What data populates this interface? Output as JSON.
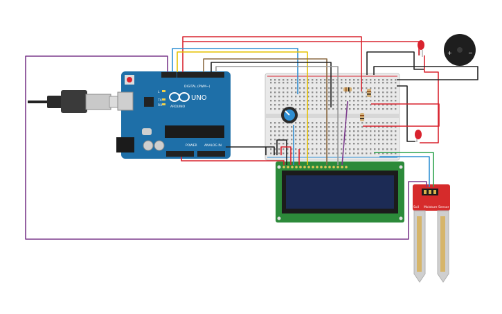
{
  "arduino": {
    "brand": "ARDUINO",
    "model": "UNO",
    "digital_label": "DIGITAL (PWM~)",
    "power_label": "POWER",
    "analog_label": "ANALOG IN",
    "led_l": "L",
    "led_tx": "TX",
    "led_rx": "RX"
  },
  "sensor": {
    "label_left": "Soil",
    "label_mid": "Moisture",
    "label_right": "Sensor"
  },
  "buzzer": {
    "plus": "+",
    "minus": "−"
  },
  "colors": {
    "wire_red": "#d9232e",
    "wire_purple": "#7b3a8c",
    "wire_blue": "#2f8fd3",
    "wire_yellow": "#e5c100",
    "wire_brown": "#8b6a43",
    "wire_black": "#222222",
    "wire_green": "#2ea44f",
    "wire_gray": "#9a9a9a",
    "arduino_board": "#1e6fa8",
    "lcd_board": "#2c8a3a",
    "lcd_screen": "#1c2b55",
    "sensor_board": "#d62b2b",
    "breadboard": "#e9e9e9"
  }
}
